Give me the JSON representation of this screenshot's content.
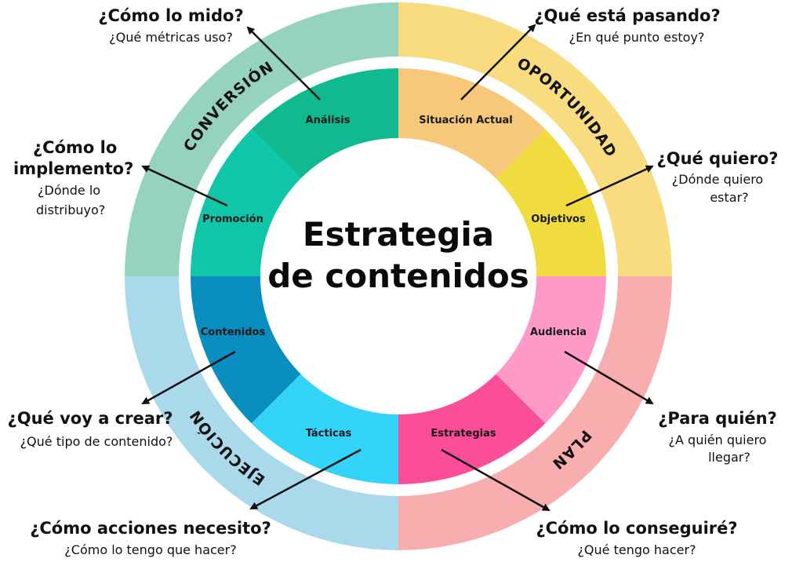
{
  "title": {
    "line1": "Estrategia",
    "line2": "de contenidos"
  },
  "phases": [
    {
      "id": "oportunidad",
      "label": "OPORTUNIDAD",
      "color": "#f8dc7f"
    },
    {
      "id": "conversion",
      "label": "CONVERSIÓN",
      "color": "#96d3bf"
    },
    {
      "id": "ejecucion",
      "label": "EJECUCIÓN",
      "color": "#a9d9eb"
    },
    {
      "id": "plan",
      "label": "PLAN",
      "color": "#f8aeae"
    }
  ],
  "segments": [
    {
      "id": "objetivos",
      "label": "Objetivos",
      "color": "#f1dc3f"
    },
    {
      "id": "situacion-actual",
      "label": "Situación Actual",
      "color": "#f7c87a"
    },
    {
      "id": "analisis",
      "label": "Análisis",
      "color": "#10b98f"
    },
    {
      "id": "promocion",
      "label": "Promoción",
      "color": "#0fc6a8"
    },
    {
      "id": "contenidos",
      "label": "Contenidos",
      "color": "#0a8dbf"
    },
    {
      "id": "tacticas",
      "label": "Tácticas",
      "color": "#33d4f7"
    },
    {
      "id": "estrategias",
      "label": "Estrategias",
      "color": "#fb4d98"
    },
    {
      "id": "audiencia",
      "label": "Audiencia",
      "color": "#fd9ac7"
    }
  ],
  "questions": {
    "analisis": {
      "main": "¿Cómo lo mido?",
      "sub": [
        "¿Qué métricas uso?"
      ]
    },
    "situacion": {
      "main": "¿Qué está pasando?",
      "sub": [
        "¿En qué punto estoy?"
      ]
    },
    "promocion": {
      "main": [
        "¿Cómo lo",
        "implemento?"
      ],
      "sub": [
        "¿Dónde lo",
        "distribuyo?"
      ]
    },
    "objetivos": {
      "main": "¿Qué quiero?",
      "sub": [
        "¿Dónde quiero",
        "estar?"
      ]
    },
    "contenidos": {
      "main": "¿Qué voy a crear?",
      "sub": [
        "¿Qué tipo de contenido?"
      ]
    },
    "audiencia": {
      "main": "¿Para quién?",
      "sub": [
        "¿A quién quiero",
        "llegar?"
      ]
    },
    "tacticas": {
      "main": "¿Cómo acciones necesito?",
      "sub": [
        "¿Cómo lo tengo que hacer?"
      ]
    },
    "estrategias": {
      "main": "¿Cómo lo conseguiré?",
      "sub": [
        "¿Qué tengo hacer?"
      ]
    }
  }
}
